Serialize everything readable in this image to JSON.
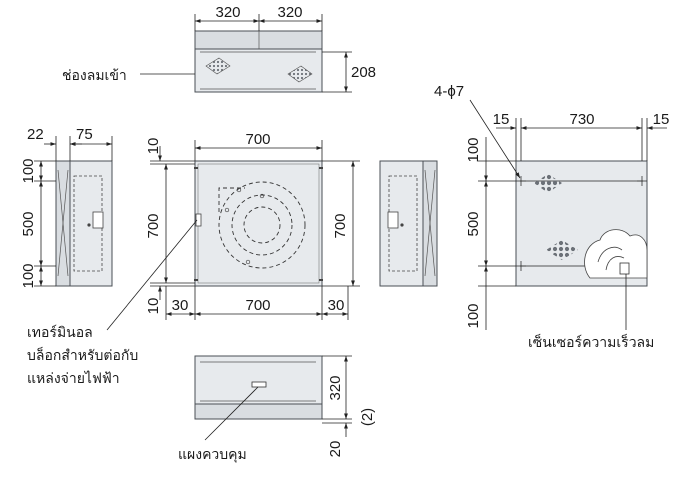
{
  "dimensions": {
    "top_a": "320",
    "top_b": "320",
    "top_h": "208",
    "left_w1": "22",
    "left_w2": "75",
    "left_h1": "100",
    "left_h2": "500",
    "left_h3": "100",
    "front_top": "10",
    "front_w": "700",
    "front_h": "700",
    "front_h_right": "700",
    "front_bot": "10",
    "front_side_l": "30",
    "front_w2": "700",
    "front_side_r": "30",
    "back_hole": "4-ϕ7",
    "back_l": "15",
    "back_w": "730",
    "back_r": "15",
    "back_h1": "100",
    "back_h2": "500",
    "back_h3": "100",
    "ctrl_h": "320",
    "ctrl_bot": "20",
    "ctrl_note": "(2)"
  },
  "labels": {
    "air_inlet": "ช่องลมเข้า",
    "terminal_line1": "เทอร์มินอล",
    "terminal_line2": "บล็อกสำหรับต่อกับ",
    "terminal_line3": "แหล่งจ่ายไฟฟ้า",
    "control_panel": "แผงควบคุม",
    "airflow_sensor": "เซ็นเซอร์ความเร็วลม"
  },
  "colors": {
    "panel": "#e7eaed",
    "outline": "#4a4f55"
  }
}
